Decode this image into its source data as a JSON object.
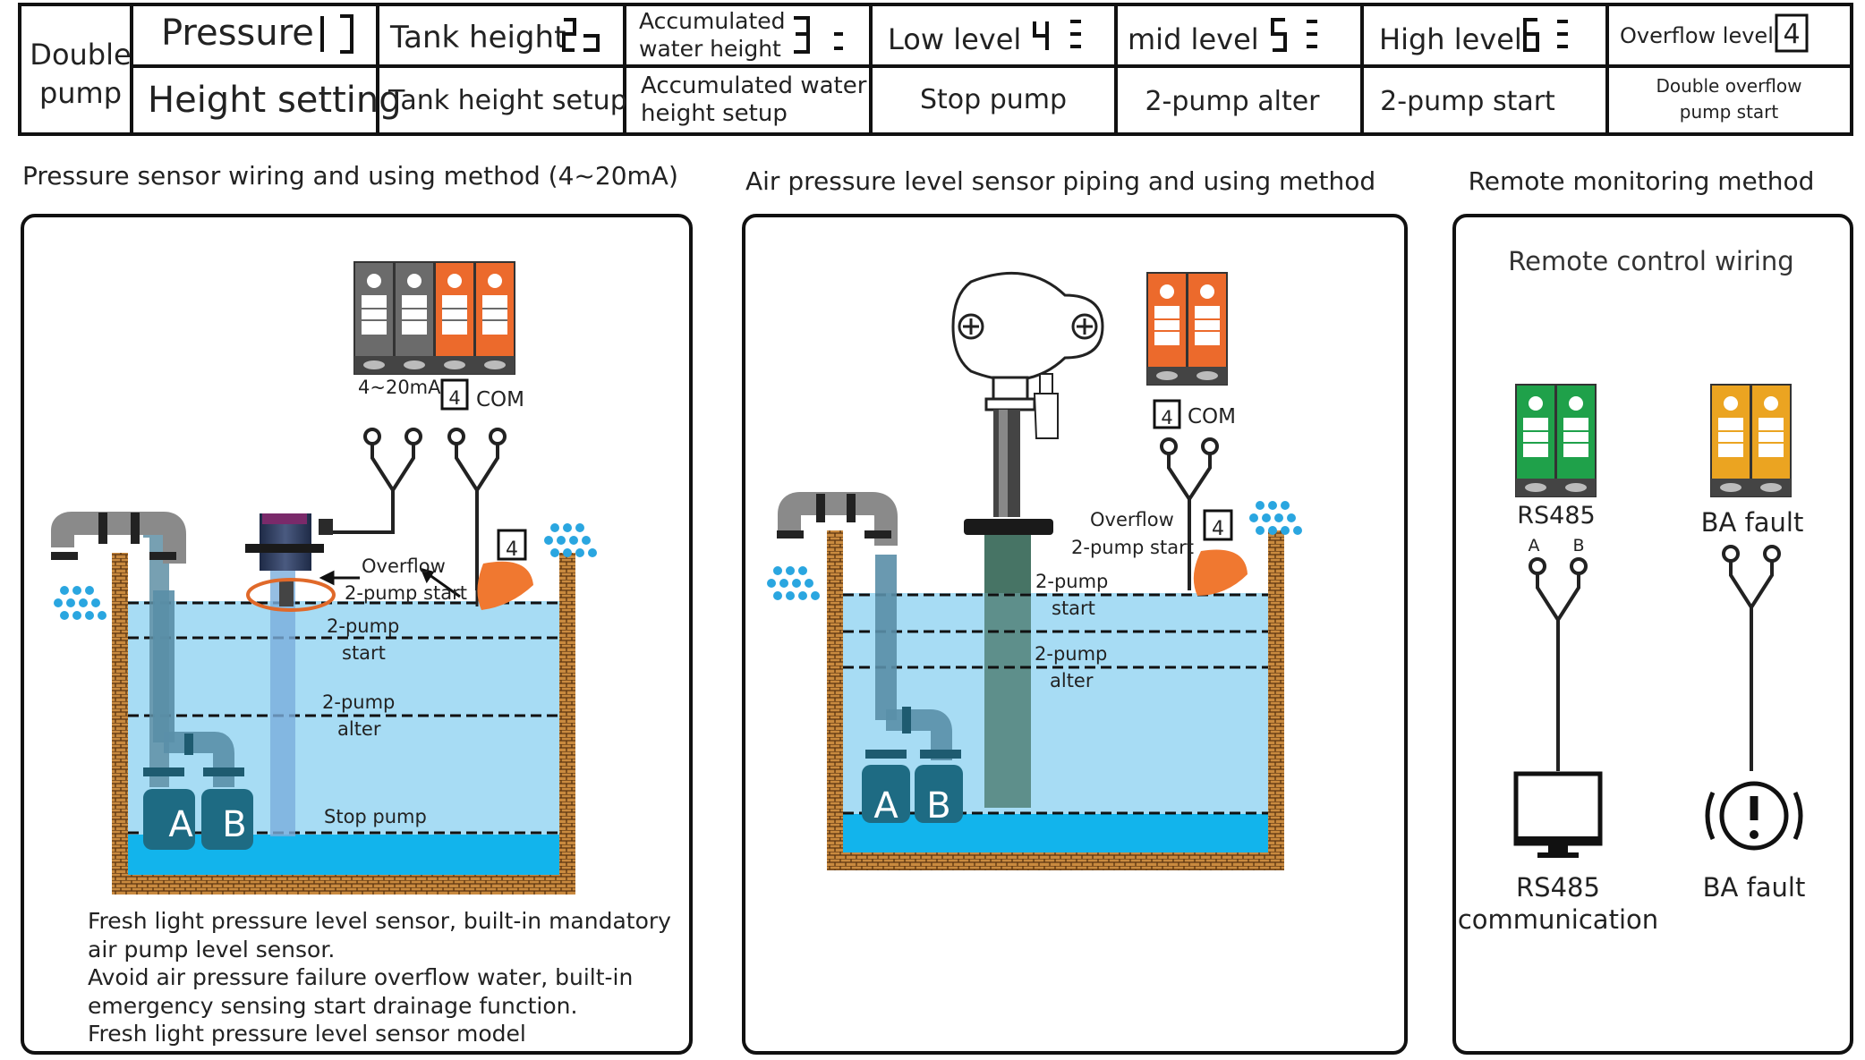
{
  "header": {
    "row_label": [
      "Double",
      "pump"
    ],
    "cols": [
      {
        "top": "Pressure",
        "top_glyph": "1]",
        "bottom": [
          "Height setting"
        ]
      },
      {
        "top": "Tank height",
        "top_glyph": "2",
        "bottom": [
          "Tank height setup"
        ]
      },
      {
        "top_lines": [
          "Accumulated",
          "water height"
        ],
        "top_glyph": "3",
        "bottom": [
          "Accumulated water",
          "height setup"
        ]
      },
      {
        "top": "Low level",
        "top_glyph": "4",
        "bottom": [
          "Stop pump"
        ]
      },
      {
        "top": "mid level",
        "top_glyph": "5",
        "bottom": [
          "2-pump alter"
        ]
      },
      {
        "top": "High level",
        "top_glyph": "6",
        "bottom": [
          "2-pump start"
        ]
      },
      {
        "top": "Overflow level",
        "top_glyph": "4",
        "bottom": [
          "Double overflow",
          "pump start"
        ]
      }
    ]
  },
  "panel1": {
    "title": "Pressure sensor wiring and using method (4~20mA)",
    "terminal_label_left": "4~20mA",
    "terminal_label_num": "4",
    "terminal_label_right": "COM",
    "float_num": "4",
    "level_labels": {
      "overflow": "Overflow",
      "overflow_start": "2-pump start",
      "start1": "2-pump",
      "start2": "start",
      "alter1": "2-pump",
      "alter2": "alter",
      "stop": "Stop pump"
    },
    "pump_a": "A",
    "pump_b": "B",
    "caption": [
      "Fresh light pressure level sensor, built-in mandatory",
      "air pump level sensor.",
      "Avoid air pressure failure overflow water, built-in",
      "emergency sensing start drainage function.",
      "Fresh light pressure level sensor model"
    ]
  },
  "panel2": {
    "title": "Air pressure level sensor piping and using method",
    "terminal_num": "4",
    "terminal_label": "COM",
    "float_num": "4",
    "level_labels": {
      "overflow": "Overflow",
      "overflow_start": "2-pump start",
      "start1": "2-pump",
      "start2": "start",
      "alter1": "2-pump",
      "alter2": "alter"
    },
    "pump_a": "A",
    "pump_b": "B"
  },
  "panel3": {
    "title": "Remote monitoring method",
    "subtitle": "Remote control wiring",
    "rs485_label": "RS485",
    "rs485_a": "A",
    "rs485_b": "B",
    "ba_label": "BA fault",
    "monitor_label": [
      "RS485",
      "communication"
    ],
    "fault_label": "BA fault"
  },
  "colors": {
    "water_light": "#a7dcf4",
    "water_deep": "#12b4ec",
    "brick": "#b8722b",
    "terminal_gray": "#6b6b6b",
    "terminal_orange": "#ec6a2c",
    "terminal_green": "#1fa14a",
    "terminal_yellow": "#eba421",
    "float": "#f07830",
    "droplet": "#2aa6e0"
  }
}
